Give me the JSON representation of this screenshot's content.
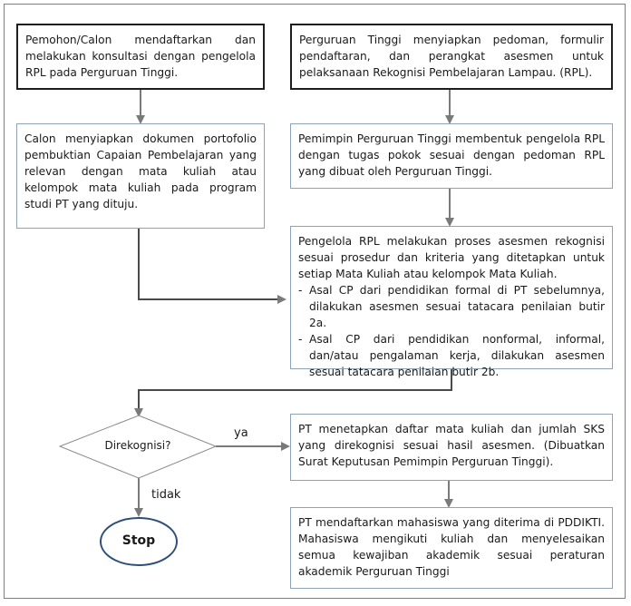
{
  "boxes": {
    "pemohon": "Pemohon/Calon mendaftarkan dan melakukan konsultasi dengan pengelola RPL pada Perguruan Tinggi.",
    "pt_menyiapkan": "Perguruan Tinggi menyiapkan pedoman, formulir pendaftaran, dan perangkat asesmen untuk pelaksanaan Rekognisi Pembelajaran Lampau. (RPL).",
    "calon_menyiapkan": "Calon menyiapkan dokumen portofolio pembuktian Capaian Pembelajaran yang relevan dengan mata kuliah atau kelompok mata kuliah pada program studi PT yang dituju.",
    "pemimpin": "Pemimpin Perguruan Tinggi membentuk pengelola RPL dengan tugas pokok sesuai dengan pedoman RPL yang dibuat oleh Perguruan Tinggi.",
    "pengelola_intro": "Pengelola RPL melakukan proses asesmen rekognisi sesuai prosedur dan kriteria yang ditetapkan untuk setiap Mata Kuliah atau kelompok Mata Kuliah.",
    "pengelola_items": [
      "Asal CP dari pendidikan formal di PT sebelumnya, dilakukan asesmen sesuai tatacara penilaian butir 2a.",
      "Asal CP dari pendidikan nonformal, informal, dan/atau pengalaman kerja, dilakukan asesmen sesuai tatacara penilaian butir 2b."
    ],
    "pt_menetapkan": "PT menetapkan daftar mata kuliah dan jumlah SKS yang direkognisi sesuai hasil asesmen. (Dibuatkan Surat Keputusan Pemimpin Perguruan Tinggi).",
    "pt_mendaftarkan": "PT mendaftarkan mahasiswa yang diterima di PDDIKTI. Mahasiswa mengikuti kuliah dan menyelesaikan semua kewajiban akademik sesuai peraturan akademik Perguruan Tinggi"
  },
  "decision": {
    "label": "Direkognisi?",
    "yes_label": "ya",
    "no_label": "tidak"
  },
  "terminal": {
    "label": "Stop"
  },
  "colors": {
    "box_border": "#8ea3b8",
    "dark_border": "#1e1e1e",
    "connector": "#4a4a4a",
    "arrow": "#7a7a7a",
    "stop_border": "#2e4f7a"
  }
}
